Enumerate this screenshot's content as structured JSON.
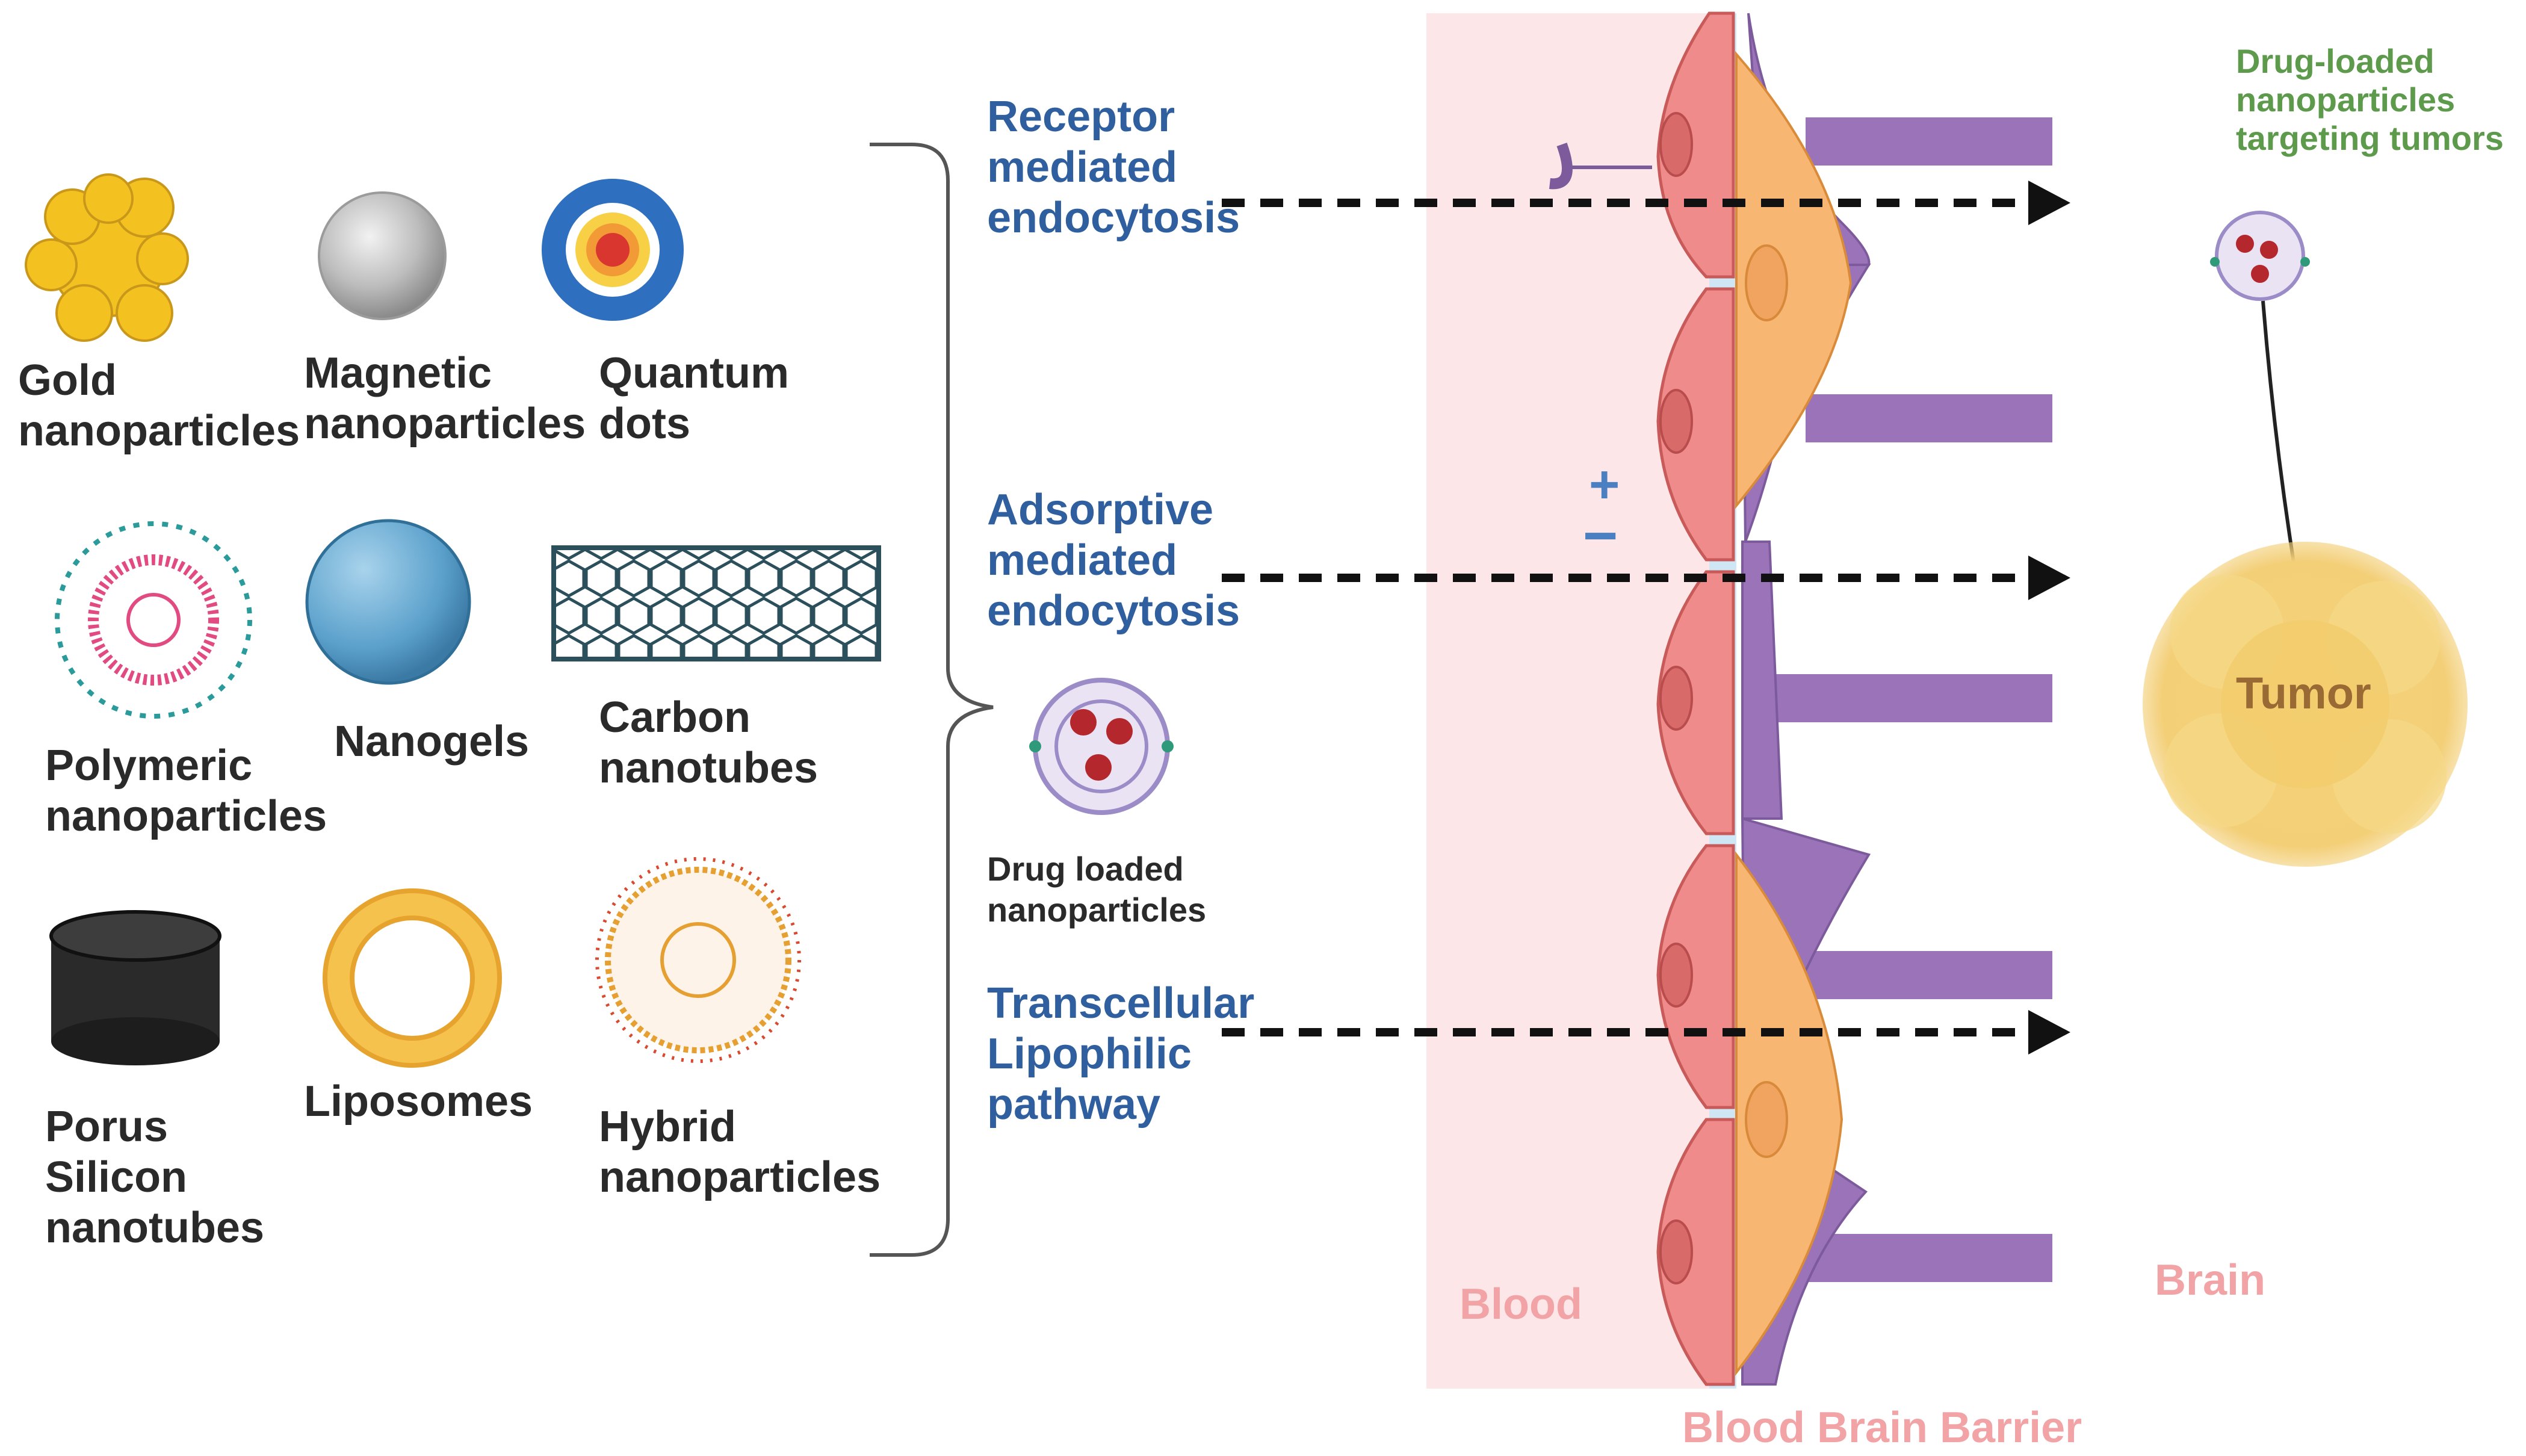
{
  "nanoparticles": {
    "gold": "Gold\nnanoparticles",
    "magnetic": "Magnetic\nnanoparticles",
    "quantum": "Quantum\ndots",
    "polymeric": "Polymeric\nnanoparticles",
    "nanogels": "Nanogels",
    "carbon": "Carbon\nnanotubes",
    "porus": "Porus\nSilicon\nnanotubes",
    "liposomes": "Liposomes",
    "hybrid": "Hybrid\nnanoparticles"
  },
  "drug_loaded_label": "Drug loaded\nnanoparticles",
  "pathways": {
    "receptor": "Receptor\nmediated\nendocytosis",
    "adsorptive": "Adsorptive\nmediated\nendocytosis",
    "transcellular": "Transcellular\nLipophilic\npathway"
  },
  "charges": {
    "plus": "+",
    "minus": "−"
  },
  "regions": {
    "blood": "Blood",
    "brain": "Brain",
    "bbb": "Blood Brain Barrier"
  },
  "targeting_label": "Drug-loaded\nnanoparticles\ntargeting tumors",
  "tumor_label": "Tumor",
  "colors": {
    "pathway_text": "#2f5f9e",
    "blood_bg": "#fde6e7",
    "endothelial": "#ef8b8b",
    "pericyte": "#f7b772",
    "astrocyte": "#9a73b8",
    "tumor": "#f3d27c",
    "green_text": "#5d9a4c"
  }
}
